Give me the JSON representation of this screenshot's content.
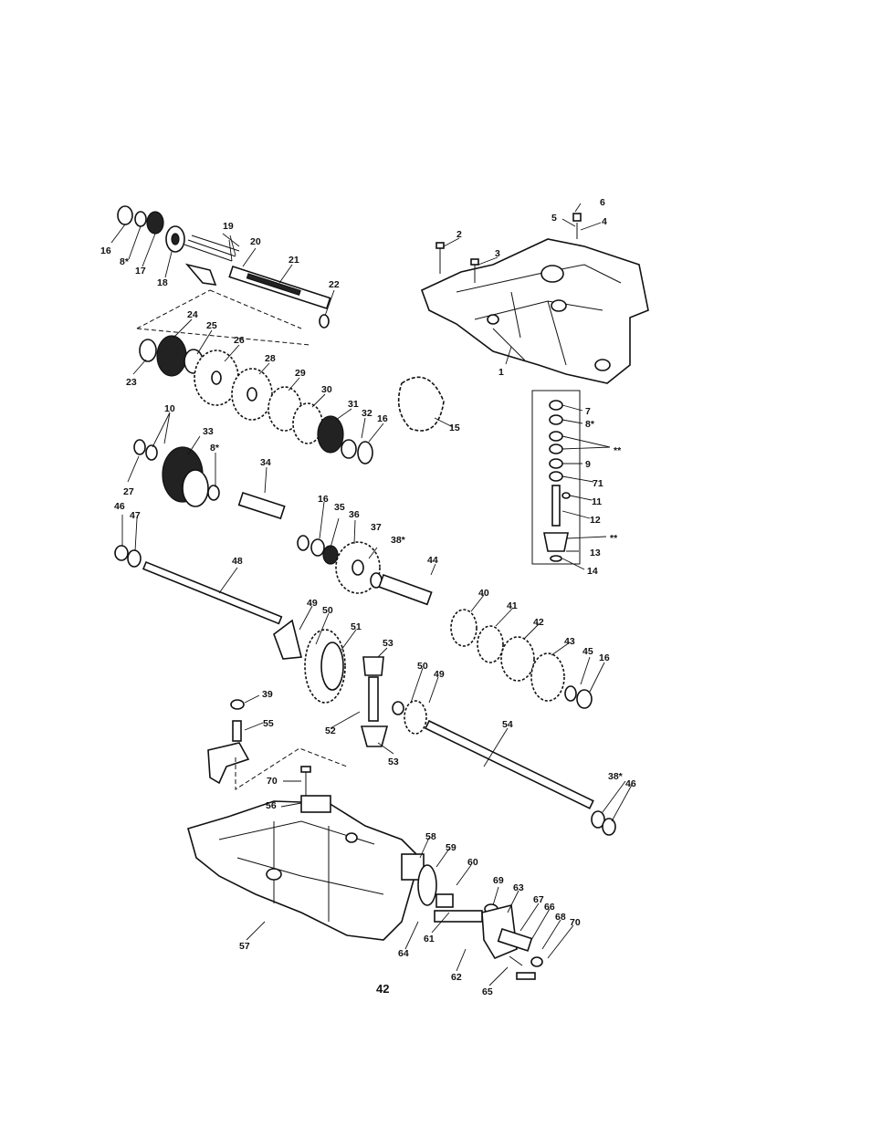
{
  "page_number": "42",
  "callouts": {
    "c1": "1",
    "c2": "2",
    "c3": "3",
    "c4": "4",
    "c5": "5",
    "c6": "6",
    "c7": "7",
    "c8a": "8*",
    "c8b": "8*",
    "c8c": "8*",
    "c9": "9",
    "c10": "10",
    "c11": "11",
    "c12": "12",
    "c13": "13",
    "c14": "14",
    "c15": "15",
    "c16a": "16",
    "c16b": "16",
    "c16c": "16",
    "c16d": "16",
    "c17": "17",
    "c18": "18",
    "c19": "19",
    "c20": "20",
    "c21": "21",
    "c22": "22",
    "c23": "23",
    "c24": "24",
    "c25": "25",
    "c26": "26",
    "c27": "27",
    "c28": "28",
    "c29": "29",
    "c30": "30",
    "c31": "31",
    "c32": "32",
    "c33": "33",
    "c34": "34",
    "c35": "35",
    "c36": "36",
    "c37": "37",
    "c38a": "38*",
    "c38b": "38*",
    "c39": "39",
    "c40": "40",
    "c41": "41",
    "c42": "42",
    "c43": "43",
    "c44": "44",
    "c45": "45",
    "c46a": "46",
    "c46b": "46",
    "c47": "47",
    "c48": "48",
    "c49a": "49",
    "c49b": "49",
    "c50a": "50",
    "c50b": "50",
    "c51": "51",
    "c52": "52",
    "c53a": "53",
    "c53b": "53",
    "c54": "54",
    "c55": "55",
    "c56": "56",
    "c57": "57",
    "c58": "58",
    "c59": "59",
    "c60": "60",
    "c61": "61",
    "c62": "62",
    "c63": "63",
    "c64": "64",
    "c65": "65",
    "c66": "66",
    "c67": "67",
    "c68": "68",
    "c69": "69",
    "c70a": "70",
    "c70b": "70",
    "c71": "71",
    "cstar1": "**",
    "cstar2": "**"
  }
}
